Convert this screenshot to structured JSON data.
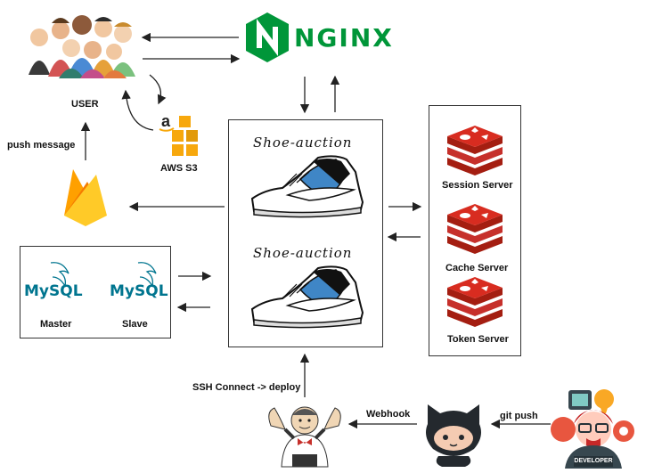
{
  "nodes": {
    "user": "USER",
    "nginx": "NGINX",
    "aws_s3": "AWS S3",
    "push_message": "push message",
    "app_title_top": "Shoe-auction",
    "app_title_bottom": "Shoe-auction",
    "mysql_master_logo": "MySQL",
    "mysql_slave_logo": "MySQL",
    "mysql_master": "Master",
    "mysql_slave": "Slave",
    "session_server": "Session Server",
    "cache_server": "Cache Server",
    "token_server": "Token Server",
    "ssh_deploy": "SSH Connect -> deploy",
    "webhook": "Webhook",
    "git_push": "git push",
    "developer": "DEVELOPER"
  },
  "colors": {
    "nginx_green": "#009639",
    "redis_red": "#c6302b",
    "mysql_blue": "#00758f",
    "mysql_orange": "#f29111",
    "firebase_yellow": "#ffca28",
    "aws_orange": "#f7a80d",
    "shoe_blue": "#3f86c6"
  },
  "icons": [
    "users-group-icon",
    "nginx-logo-icon",
    "aws-s3-icon",
    "firebase-icon",
    "mysql-icon",
    "redis-icon",
    "shoe-icon",
    "jenkins-icon",
    "github-octocat-icon",
    "developer-icon"
  ]
}
